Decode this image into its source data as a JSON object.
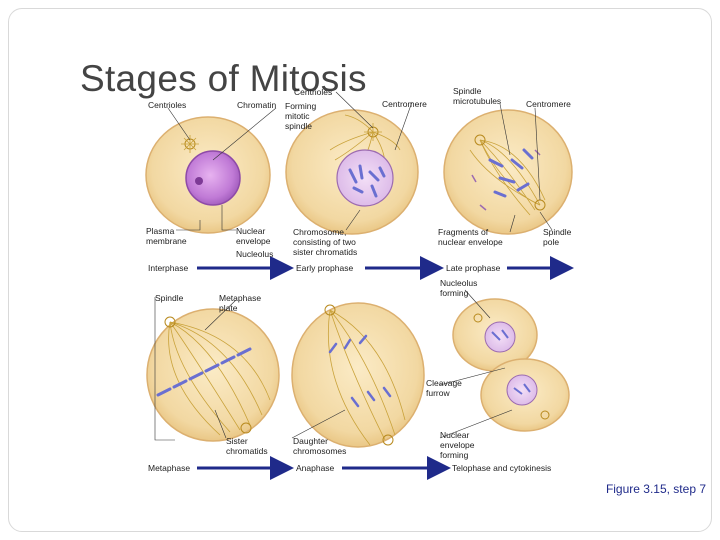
{
  "slide": {
    "title": "Stages of Mitosis",
    "caption": "Figure 3.15, step 7"
  },
  "labels": {
    "centrioles_1": "Centrioles",
    "chromatin": "Chromatin",
    "centrioles_2": "Centrioles",
    "forming_mitotic_spindle": "Forming mitotic spindle",
    "centromere_1": "Centromere",
    "spindle_microtubules": "Spindle microtubules",
    "centromere_2": "Centromere",
    "plasma_membrane": "Plasma membrane",
    "nuclear_envelope": "Nuclear envelope",
    "nucleolus": "Nucleolus",
    "chromosome": "Chromosome, consisting of two sister chromatids",
    "fragments": "Fragments of nuclear envelope",
    "spindle_pole": "Spindle pole",
    "spindle": "Spindle",
    "metaphase_plate": "Metaphase plate",
    "nucleolus_forming": "Nucleolus forming",
    "cleavage_furrow": "Cleavage furrow",
    "sister_chromatids": "Sister chromatids",
    "daughter_chromosomes": "Daughter chromosomes",
    "nuclear_envelope_forming": "Nuclear envelope forming"
  },
  "stages": {
    "interphase": "Interphase",
    "early_prophase": "Early prophase",
    "late_prophase": "Late prophase",
    "metaphase": "Metaphase",
    "anaphase": "Anaphase",
    "telophase": "Telophase and cytokinesis"
  },
  "colors": {
    "cell_fill": "#f2d9a6",
    "cell_edge": "#e3bd78",
    "nucleus": "#c07ad6",
    "chromosome": "#6a6fd1",
    "spindle_fiber": "#c9a23a",
    "arrow": "#1f2a8a",
    "caption": "#1f2a8a"
  }
}
